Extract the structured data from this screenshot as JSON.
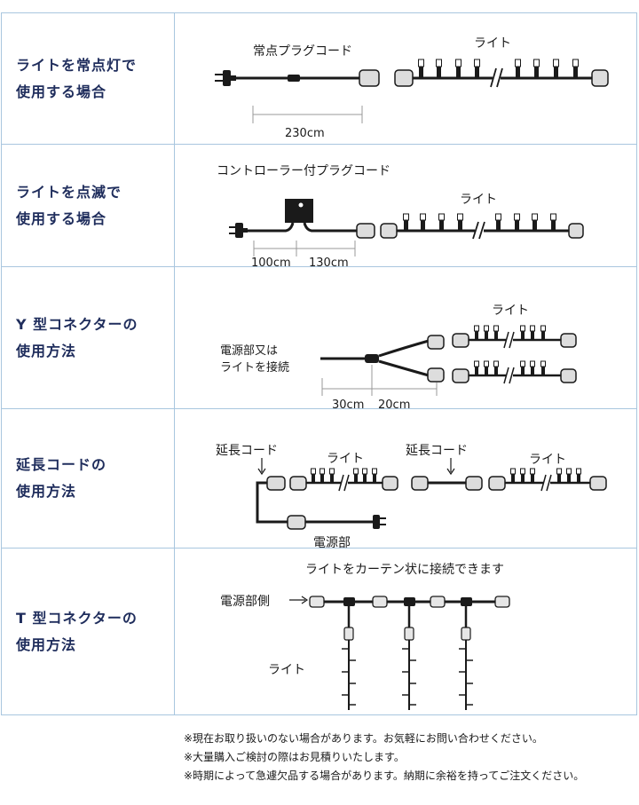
{
  "rows": [
    {
      "label": [
        "ライトを常点灯で",
        "使用する場合"
      ],
      "texts": {
        "cord": "常点プラグコード",
        "light": "ライト",
        "dim": "230cm"
      }
    },
    {
      "label": [
        "ライトを点滅で",
        "使用する場合"
      ],
      "texts": {
        "cord": "コントローラー付プラグコード",
        "light": "ライト",
        "dim1": "100cm",
        "dim2": "130cm"
      }
    },
    {
      "label": [
        "Y 型コネクターの",
        "使用方法"
      ],
      "texts": {
        "light": "ライト",
        "src1": "電源部又は",
        "src2": "ライトを接続",
        "dim1": "30cm",
        "dim2": "20cm"
      }
    },
    {
      "label": [
        "延長コードの",
        "使用方法"
      ],
      "texts": {
        "ext1": "延長コード",
        "light1": "ライト",
        "ext2": "延長コード",
        "light2": "ライト",
        "power": "電源部"
      }
    },
    {
      "label": [
        "T 型コネクターの",
        "使用方法"
      ],
      "texts": {
        "title": "ライトをカーテン状に接続できます",
        "power": "電源部側",
        "light": "ライト"
      }
    }
  ],
  "notes": [
    "※現在お取り扱いのない場合があります。お気軽にお問い合わせください。",
    "※大量購入ご検討の際はお見積りいたします。",
    "※時期によって急遽欠品する場合があります。納期に余裕を持ってご注文ください。"
  ],
  "colors": {
    "border": "#a9c6df",
    "label": "#1f2d5c",
    "wire": "#1a1a1a"
  }
}
